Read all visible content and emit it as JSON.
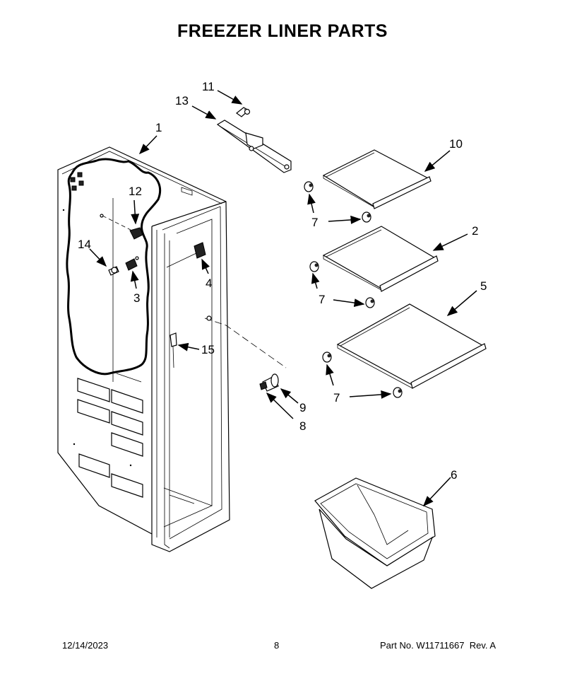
{
  "title": "FREEZER LINER PARTS",
  "callouts": {
    "c1": "1",
    "c2": "2",
    "c3": "3",
    "c4": "4",
    "c5": "5",
    "c6": "6",
    "c7a": "7",
    "c7b": "7",
    "c7c": "7",
    "c8": "8",
    "c9": "9",
    "c10": "10",
    "c11": "11",
    "c12": "12",
    "c13": "13",
    "c14": "14",
    "c15": "15"
  },
  "footer": {
    "date": "12/14/2023",
    "page": "8",
    "part_label": "Part No.",
    "part_number": "W11711667",
    "rev_label": "Rev.",
    "rev": "A"
  }
}
